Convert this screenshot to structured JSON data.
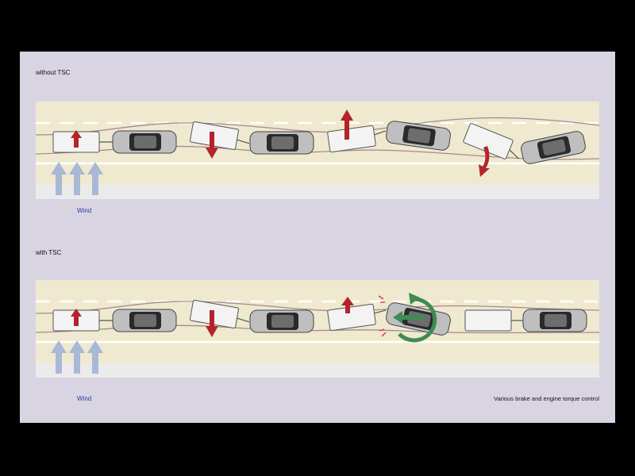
{
  "panels": [
    {
      "label": "without TSC",
      "wind_label": "Wind"
    },
    {
      "label": "with TSC",
      "wind_label": "Wind"
    }
  ],
  "note": "Various brake and engine torque control",
  "colors": {
    "road": "#efe9cf",
    "shoulder": "#ecebeb",
    "car": "#bfbfbf",
    "trailer": "#f3f3f3",
    "arrow_red": "#b3242b",
    "arrow_green": "#3f8b53",
    "wind_arrow": "#a6b6d6"
  }
}
